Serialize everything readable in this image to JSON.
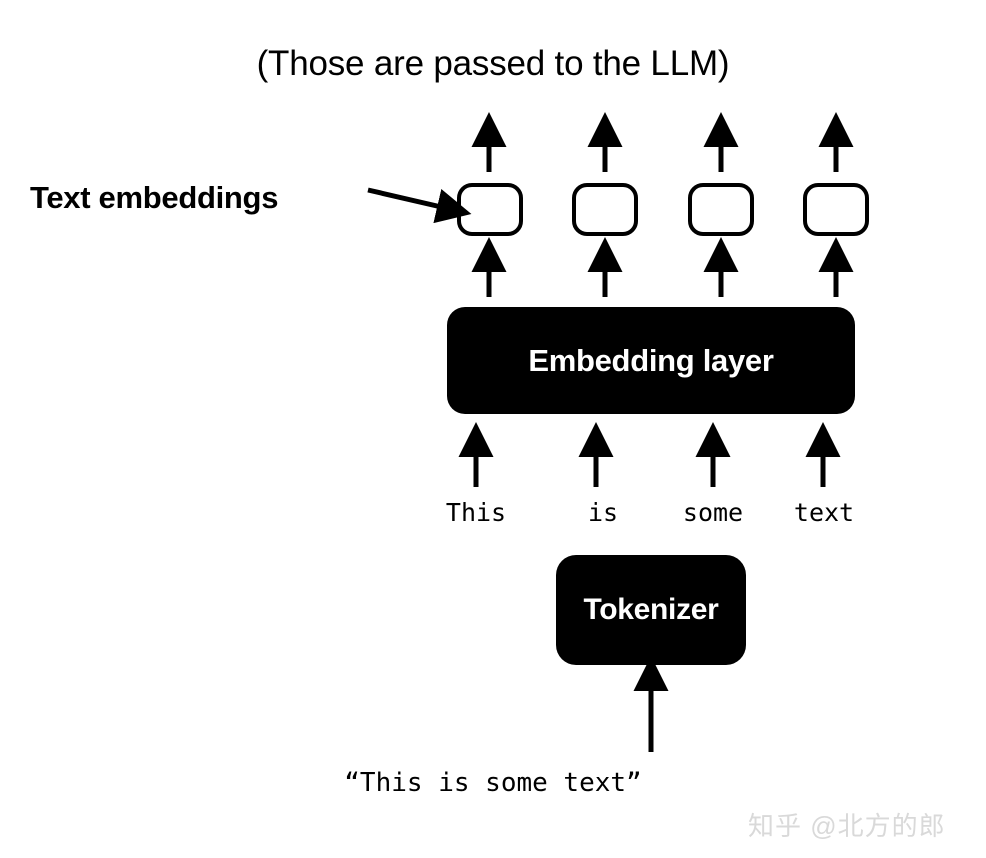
{
  "diagram": {
    "title": "(Those are passed to the LLM)",
    "labels": {
      "text_embeddings": "Text embeddings"
    },
    "blocks": {
      "embedding_layer": "Embedding layer",
      "tokenizer": "Tokenizer"
    },
    "embedding_boxes": [
      {
        "id": "embedding-1",
        "label": ""
      },
      {
        "id": "embedding-2",
        "label": ""
      },
      {
        "id": "embedding-3",
        "label": ""
      },
      {
        "id": "embedding-4",
        "label": ""
      }
    ],
    "tokens": [
      "This",
      "is",
      "some",
      "text"
    ],
    "input_string": "“This is some text”",
    "colors": {
      "background": "#ffffff",
      "stroke": "#000000",
      "block_fill": "#000000",
      "block_text": "#ffffff",
      "watermark": "#d9d9d9"
    }
  },
  "watermark": {
    "text": "知乎 @北方的郎"
  }
}
